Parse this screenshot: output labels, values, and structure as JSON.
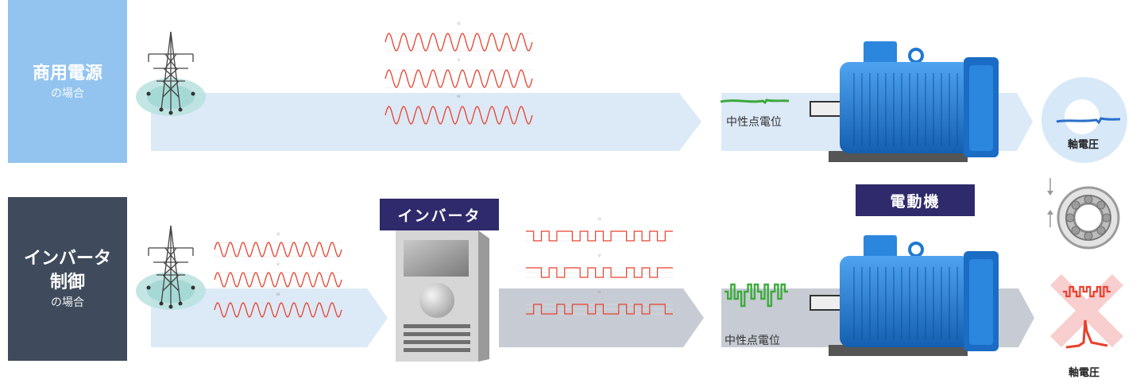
{
  "row_commercial": {
    "title": "商用電源",
    "subtitle": "の場合",
    "color": "#93c4f0"
  },
  "row_inverter": {
    "title_line1": "インバータ",
    "title_line2": "制御",
    "subtitle": "の場合",
    "color": "#3f4b5c"
  },
  "labels": {
    "inverter": "インバータ",
    "motor": "電動機",
    "neutral_point_top": "中性点電位",
    "neutral_point_bottom": "中性点電位",
    "shaft_voltage_top": "軸電圧",
    "shaft_voltage_bottom": "軸電圧"
  },
  "phase_labels": [
    "u",
    "v",
    "w"
  ],
  "icons": {
    "tower": "power-tower-icon",
    "inverter": "inverter-cabinet-icon",
    "motor": "electric-motor-icon",
    "bearing": "ball-bearing-icon"
  },
  "colors": {
    "wave": "#e8412e",
    "neutral_top": "#3caa3c",
    "shaft_top": "#2a6fc9",
    "arrow_light": "#dce9f7",
    "arrow_gray": "#c7ccd4",
    "motor_blue": "#1f78d1",
    "tag": "#2e2a6b"
  }
}
